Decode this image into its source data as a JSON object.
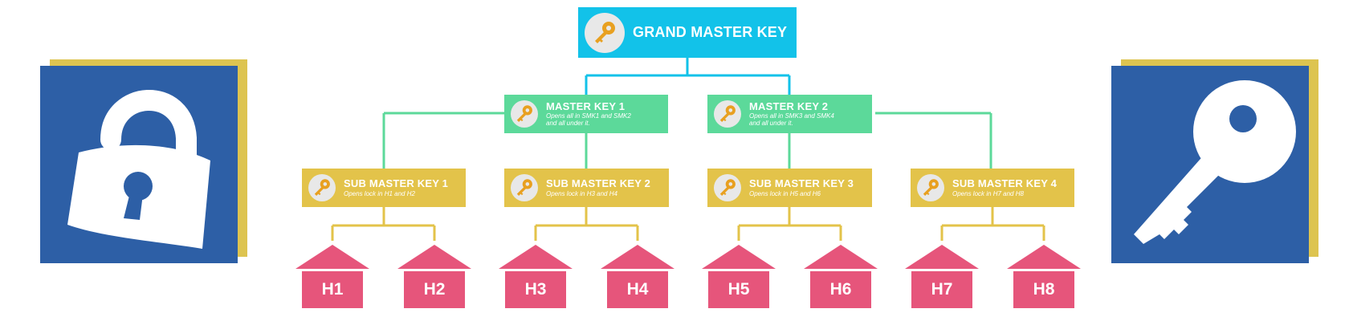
{
  "colors": {
    "grand": "#12c2e9",
    "master": "#5cd99a",
    "sub": "#e3c34a",
    "house": "#e6557b",
    "panel": "#2d5fa6",
    "panel_shadow": "#ddc450"
  },
  "icons": {
    "left_panel": "padlock-icon",
    "right_panel": "key-icon",
    "box": "gold-key-icon"
  },
  "grand_master": {
    "title": "GRAND MASTER KEY"
  },
  "master_keys": [
    {
      "title": "MASTER KEY 1",
      "desc_line1": "Opens all in SMK1 and SMK2",
      "desc_line2": "and all under it."
    },
    {
      "title": "MASTER KEY 2",
      "desc_line1": "Opens all in SMK3 and SMK4",
      "desc_line2": "and all under it."
    }
  ],
  "sub_master_keys": [
    {
      "title": "SUB MASTER KEY 1",
      "desc": "Opens lock in H1 and H2"
    },
    {
      "title": "SUB MASTER KEY 2",
      "desc": "Opens lock in H3 and H4"
    },
    {
      "title": "SUB MASTER KEY 3",
      "desc": "Opens lock in H5 and H6"
    },
    {
      "title": "SUB MASTER KEY 4",
      "desc": "Opens lock in H7 and H8"
    }
  ],
  "houses": [
    "H1",
    "H2",
    "H3",
    "H4",
    "H5",
    "H6",
    "H7",
    "H8"
  ]
}
